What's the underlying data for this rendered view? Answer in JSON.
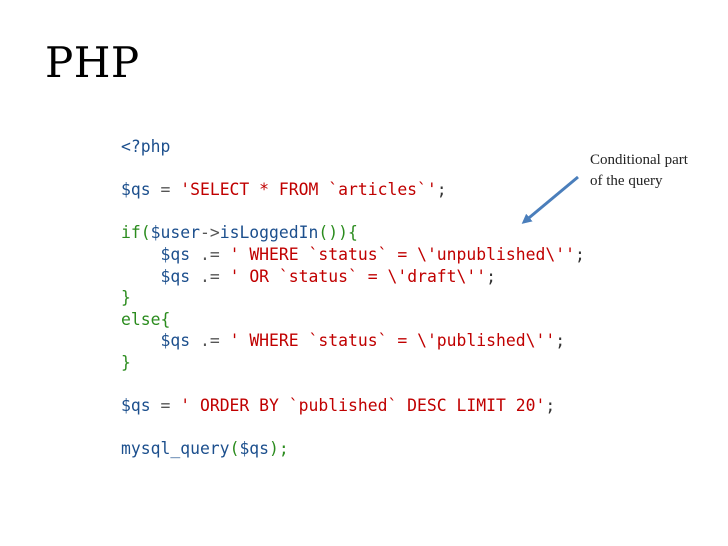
{
  "slide": {
    "title": "PHP",
    "annotation": {
      "line1": "Conditional part",
      "line2": "of the query"
    },
    "arrow_color": "#4a7ebb"
  },
  "code": {
    "colors": {
      "string": "#c00000",
      "variable": "#1c4f8d",
      "keyword": "#2b8c1e",
      "operator": "#555555"
    },
    "lines": [
      [
        {
          "t": "<?php",
          "c": "var"
        }
      ],
      [],
      [
        {
          "t": "$qs",
          "c": "var"
        },
        {
          "t": " = ",
          "c": "op"
        },
        {
          "t": "'SELECT * FROM `articles`'",
          "c": "str"
        },
        {
          "t": ";",
          "c": "pl"
        }
      ],
      [],
      [
        {
          "t": "if(",
          "c": "kw"
        },
        {
          "t": "$user",
          "c": "var"
        },
        {
          "t": "->",
          "c": "op"
        },
        {
          "t": "isLoggedIn",
          "c": "var"
        },
        {
          "t": "()){",
          "c": "kw"
        }
      ],
      [
        {
          "t": "    ",
          "c": "pl"
        },
        {
          "t": "$qs",
          "c": "var"
        },
        {
          "t": " .= ",
          "c": "op"
        },
        {
          "t": "' WHERE `status` = \\'unpublished\\''",
          "c": "str"
        },
        {
          "t": ";",
          "c": "pl"
        }
      ],
      [
        {
          "t": "    ",
          "c": "pl"
        },
        {
          "t": "$qs",
          "c": "var"
        },
        {
          "t": " .= ",
          "c": "op"
        },
        {
          "t": "' OR `status` = \\'draft\\''",
          "c": "str"
        },
        {
          "t": ";",
          "c": "pl"
        }
      ],
      [
        {
          "t": "}",
          "c": "kw"
        }
      ],
      [
        {
          "t": "else{",
          "c": "kw"
        }
      ],
      [
        {
          "t": "    ",
          "c": "pl"
        },
        {
          "t": "$qs",
          "c": "var"
        },
        {
          "t": " .= ",
          "c": "op"
        },
        {
          "t": "' WHERE `status` = \\'published\\''",
          "c": "str"
        },
        {
          "t": ";",
          "c": "pl"
        }
      ],
      [
        {
          "t": "}",
          "c": "kw"
        }
      ],
      [],
      [
        {
          "t": "$qs",
          "c": "var"
        },
        {
          "t": " = ",
          "c": "op"
        },
        {
          "t": "' ORDER BY `published` DESC LIMIT 20'",
          "c": "str"
        },
        {
          "t": ";",
          "c": "pl"
        }
      ],
      [],
      [
        {
          "t": "mysql_query",
          "c": "fn"
        },
        {
          "t": "(",
          "c": "kw"
        },
        {
          "t": "$qs",
          "c": "var"
        },
        {
          "t": ");",
          "c": "kw"
        }
      ]
    ]
  }
}
